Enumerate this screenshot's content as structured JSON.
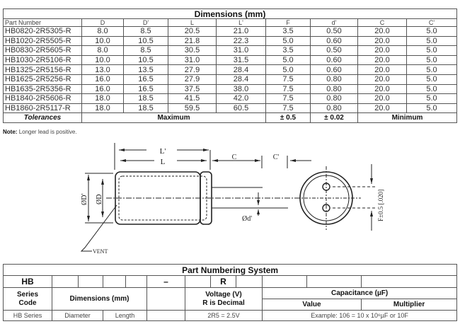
{
  "dimensions": {
    "title": "Dimensions (mm)",
    "headers": [
      "Part Number",
      "D",
      "D'",
      "L",
      "L'",
      "F",
      "d'",
      "C",
      "C'"
    ],
    "rows": [
      [
        "HB0820-2R5305-R",
        "8.0",
        "8.5",
        "20.5",
        "21.0",
        "3.5",
        "0.50",
        "20.0",
        "5.0"
      ],
      [
        "HB1020-2R5505-R",
        "10.0",
        "10.5",
        "21.8",
        "22.3",
        "5.0",
        "0.60",
        "20.0",
        "5.0"
      ],
      [
        "HB0830-2R5605-R",
        "8.0",
        "8.5",
        "30.5",
        "31.0",
        "3.5",
        "0.50",
        "20.0",
        "5.0"
      ],
      [
        "HB1030-2R5106-R",
        "10.0",
        "10.5",
        "31.0",
        "31.5",
        "5.0",
        "0.60",
        "20.0",
        "5.0"
      ],
      [
        "HB1325-2R5156-R",
        "13.0",
        "13.5",
        "27.9",
        "28.4",
        "5.0",
        "0.60",
        "20.0",
        "5.0"
      ],
      [
        "HB1625-2R5256-R",
        "16.0",
        "16.5",
        "27.9",
        "28.4",
        "7.5",
        "0.80",
        "20.0",
        "5.0"
      ],
      [
        "HB1635-2R5356-R",
        "16.0",
        "16.5",
        "37.5",
        "38.0",
        "7.5",
        "0.80",
        "20.0",
        "5.0"
      ],
      [
        "HB1840-2R5606-R",
        "18.0",
        "18.5",
        "41.5",
        "42.0",
        "7.5",
        "0.80",
        "20.0",
        "5.0"
      ],
      [
        "HB1860-2R5117-R",
        "18.0",
        "18.5",
        "59.5",
        "60.5",
        "7.5",
        "0.80",
        "20.0",
        "5.0"
      ]
    ],
    "tolerances": {
      "label": "Tolerances",
      "dl": "Maximum",
      "f": "± 0.5",
      "d": "± 0.02",
      "c": "Minimum"
    }
  },
  "note": {
    "label": "Note:",
    "text": "Longer lead is positive."
  },
  "diagram": {
    "l_prime": "L'",
    "l": "L",
    "c": "C",
    "c_prime": "C'",
    "od_prime": "ØD'",
    "od": "ØD",
    "od_lead": "Ød'",
    "f": "F±0.5 [.020]",
    "vent": "VENT"
  },
  "part_numbering": {
    "title": "Part Numbering System",
    "code_row": {
      "series": "HB",
      "dash": "–",
      "r": "R"
    },
    "series_code": [
      "Series",
      "Code"
    ],
    "dimensions": "Dimensions (mm)",
    "voltage": [
      "Voltage (V)",
      "R is Decimal"
    ],
    "capacitance": "Capacitance (µF)",
    "value": "Value",
    "multiplier": "Multiplier",
    "example_row": {
      "series": "HB Series",
      "diameter": "Diameter",
      "length": "Length",
      "voltage": "2R5 = 2.5V",
      "capacitance": "Example: 106 = 10 x 10⁶µF or 10F"
    }
  }
}
